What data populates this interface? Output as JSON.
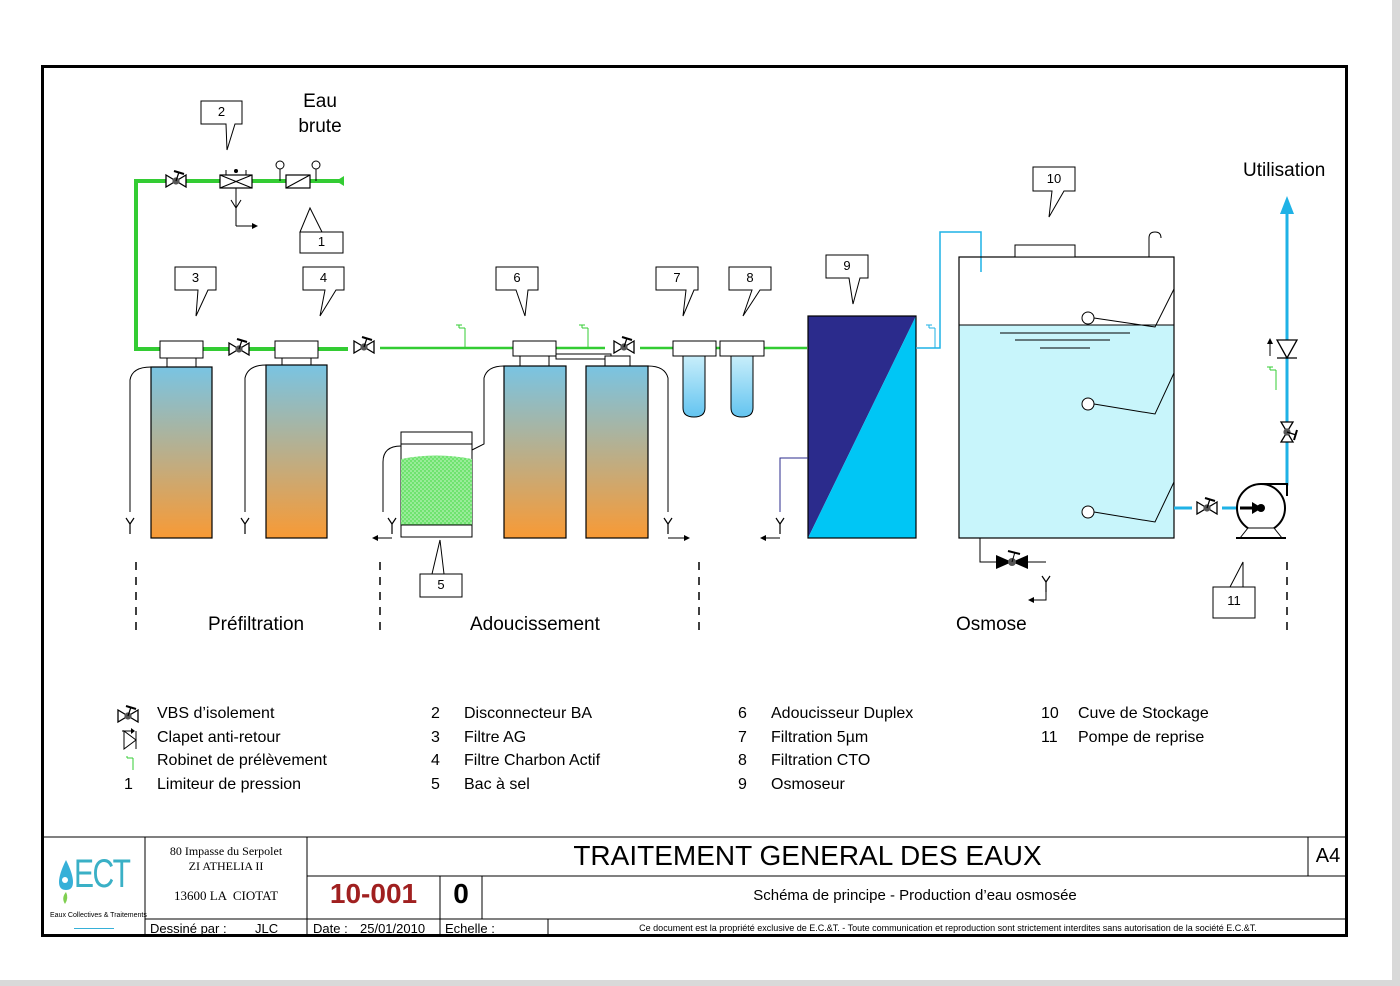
{
  "labels": {
    "raw_water": "Eau\nbrute",
    "use": "Utilisation",
    "sections": [
      "Préfiltration",
      "Adoucissement",
      "Osmose"
    ]
  },
  "callouts": [
    "1",
    "2",
    "3",
    "4",
    "5",
    "6",
    "7",
    "8",
    "9",
    "10",
    "11"
  ],
  "legend": {
    "symbols": [
      {
        "icon": "valve-icon",
        "text": "VBS d’isolement"
      },
      {
        "icon": "check-valve-icon",
        "text": "Clapet anti-retour"
      },
      {
        "icon": "sampling-tap-icon",
        "text": "Robinet de prélèvement"
      }
    ],
    "items": [
      {
        "num": "1",
        "text": "Limiteur de pression"
      },
      {
        "num": "2",
        "text": "Disconnecteur BA"
      },
      {
        "num": "3",
        "text": "Filtre AG"
      },
      {
        "num": "4",
        "text": "Filtre Charbon Actif"
      },
      {
        "num": "5",
        "text": "Bac à sel"
      },
      {
        "num": "6",
        "text": "Adoucisseur Duplex"
      },
      {
        "num": "7",
        "text": "Filtration 5µm"
      },
      {
        "num": "8",
        "text": "Filtration CTO"
      },
      {
        "num": "9",
        "text": "Osmoseur"
      },
      {
        "num": "10",
        "text": "Cuve de Stockage"
      },
      {
        "num": "11",
        "text": "Pompe de reprise"
      }
    ]
  },
  "title_block": {
    "logo_text": "ECT",
    "logo_sub": "Eaux Collectives & Traitements",
    "address1": "80 Impasse du Serpolet",
    "address2": "ZI ATHELIA II",
    "address3": "13600 LA  CIOTAT",
    "doc_number": "10-001",
    "revision": "0",
    "title": "TRAITEMENT GENERAL DES EAUX",
    "subtitle": "Schéma de principe - Production d’eau osmosée",
    "format": "A4",
    "drawn_by_label": "Dessiné par :",
    "drawn_by": "JLC",
    "date_label": "Date :",
    "date": "25/01/2010",
    "scale_label": "Echelle :",
    "notice": "Ce document est la propriété exclusive de E.C.&T. - Toute communication et reproduction sont strictement interdites sans autorisation de la société E.C.&T."
  },
  "colors": {
    "pipe_green": "#33cc33",
    "pipe_blue": "#1fb2e6",
    "tank_water": "#c8f5fb",
    "osmosis_dark": "#2b2b8c",
    "osmosis_light": "#00c6f5",
    "number_red": "#a02020"
  }
}
